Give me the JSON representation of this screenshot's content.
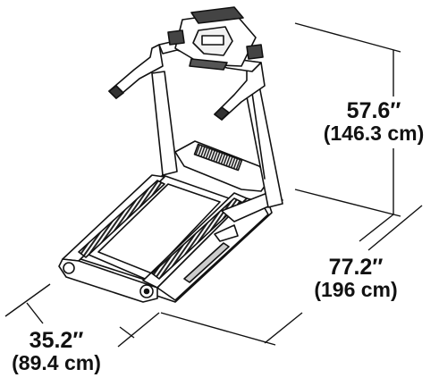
{
  "dimensions": {
    "height": {
      "imperial": "57.6″",
      "metric": "(146.3 cm)"
    },
    "depth": {
      "imperial": "77.2″",
      "metric": "(196 cm)"
    },
    "width": {
      "imperial": "35.2″",
      "metric": "(89.4 cm)"
    }
  },
  "colors": {
    "line": "#111111",
    "fill": "#ffffff",
    "shade": "#3a3a3a"
  }
}
